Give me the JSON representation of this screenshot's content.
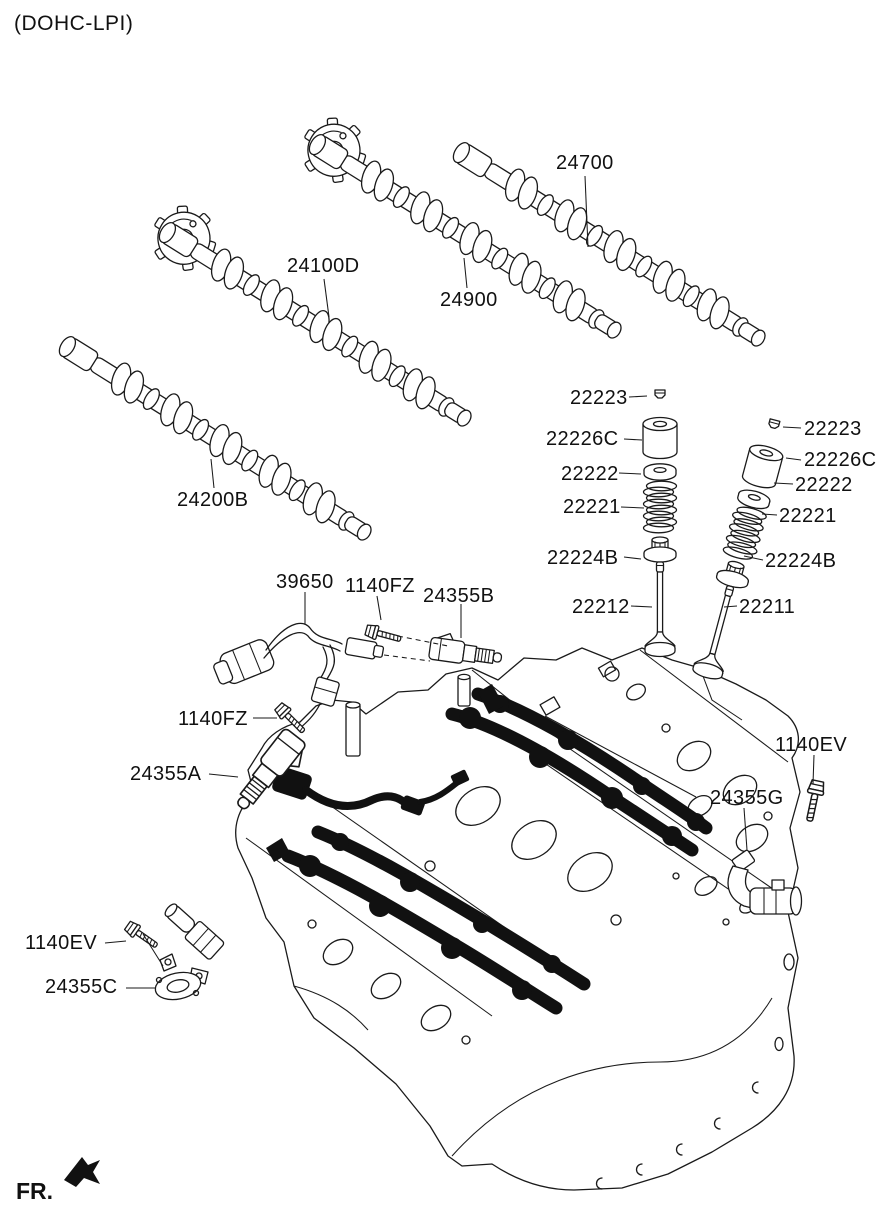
{
  "page": {
    "variant_title": "(DOHC-LPI)",
    "front_marker": "FR."
  },
  "colors": {
    "line": "#1a1a1a",
    "black_fill": "#111111",
    "background": "#ffffff"
  },
  "icons": {
    "fr_direction": "arrow-down-left"
  },
  "part_labels": {
    "cam_24700": "24700",
    "cam_24100d": "24100D",
    "cam_24900": "24900",
    "cam_24200b": "24200B",
    "lv_22223": "22223",
    "lv_22226c": "22226C",
    "lv_22222": "22222",
    "lv_22221": "22221",
    "lv_22224b": "22224B",
    "lv_22212": "22212",
    "rv_22223": "22223",
    "rv_22226c": "22226C",
    "rv_22222": "22222",
    "rv_22221": "22221",
    "rv_22224b": "22224B",
    "rv_22211": "22211",
    "harness_39650": "39650",
    "bolt_1140fz_top": "1140FZ",
    "ocv_24355b": "24355B",
    "bolt_1140fz_low": "1140FZ",
    "ocv_24355a": "24355A",
    "bolt_1140ev_right": "1140EV",
    "pipe_24355g": "24355G",
    "bolt_1140ev_left": "1140EV",
    "asm_24355c": "24355C"
  }
}
